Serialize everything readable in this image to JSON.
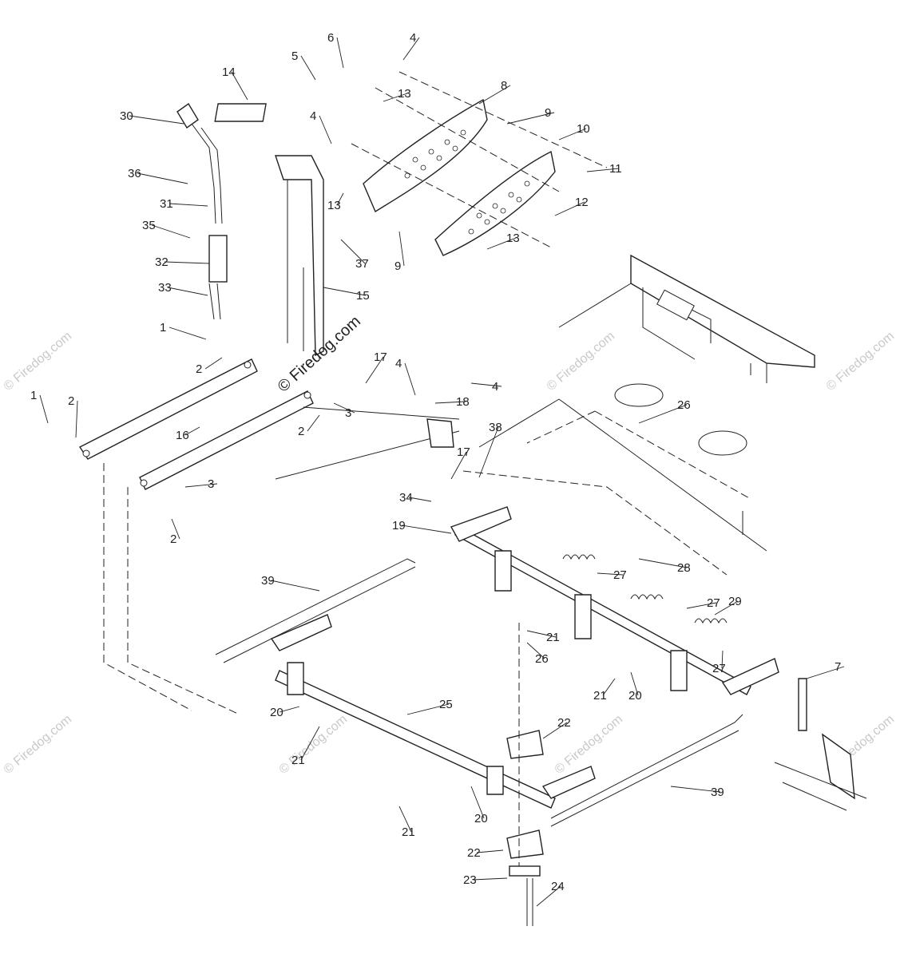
{
  "watermark": {
    "main": "© Firedog.com",
    "faint": "© Firedog.com"
  },
  "callouts": [
    {
      "id": "c30",
      "label": "30"
    },
    {
      "id": "c14",
      "label": "14"
    },
    {
      "id": "c6",
      "label": "6"
    },
    {
      "id": "c5",
      "label": "5"
    },
    {
      "id": "c4a",
      "label": "4"
    },
    {
      "id": "c8",
      "label": "8"
    },
    {
      "id": "c13a",
      "label": "13"
    },
    {
      "id": "c4b",
      "label": "4"
    },
    {
      "id": "c9a",
      "label": "9"
    },
    {
      "id": "c10",
      "label": "10"
    },
    {
      "id": "c11",
      "label": "11"
    },
    {
      "id": "c36",
      "label": "36"
    },
    {
      "id": "c31",
      "label": "31"
    },
    {
      "id": "c13b",
      "label": "13"
    },
    {
      "id": "c12",
      "label": "12"
    },
    {
      "id": "c35",
      "label": "35"
    },
    {
      "id": "c37",
      "label": "37"
    },
    {
      "id": "c9b",
      "label": "9"
    },
    {
      "id": "c13c",
      "label": "13"
    },
    {
      "id": "c32",
      "label": "32"
    },
    {
      "id": "c33",
      "label": "33"
    },
    {
      "id": "c15",
      "label": "15"
    },
    {
      "id": "c1a",
      "label": "1"
    },
    {
      "id": "c2a",
      "label": "2"
    },
    {
      "id": "c17a",
      "label": "17"
    },
    {
      "id": "c4c",
      "label": "4"
    },
    {
      "id": "c4d",
      "label": "4"
    },
    {
      "id": "c18",
      "label": "18"
    },
    {
      "id": "c1b",
      "label": "1"
    },
    {
      "id": "c2b",
      "label": "2"
    },
    {
      "id": "c3a",
      "label": "3"
    },
    {
      "id": "c16",
      "label": "16"
    },
    {
      "id": "c2c",
      "label": "2"
    },
    {
      "id": "c26a",
      "label": "26"
    },
    {
      "id": "c17b",
      "label": "17"
    },
    {
      "id": "c38",
      "label": "38"
    },
    {
      "id": "c3b",
      "label": "3"
    },
    {
      "id": "c2d",
      "label": "2"
    },
    {
      "id": "c34",
      "label": "34"
    },
    {
      "id": "c19",
      "label": "19"
    },
    {
      "id": "c28",
      "label": "28"
    },
    {
      "id": "c27a",
      "label": "27"
    },
    {
      "id": "c39a",
      "label": "39"
    },
    {
      "id": "c27b",
      "label": "27"
    },
    {
      "id": "c29",
      "label": "29"
    },
    {
      "id": "c21a",
      "label": "21"
    },
    {
      "id": "c26b",
      "label": "26"
    },
    {
      "id": "c27c",
      "label": "27"
    },
    {
      "id": "c7",
      "label": "7"
    },
    {
      "id": "c21b",
      "label": "21"
    },
    {
      "id": "c20a",
      "label": "20"
    },
    {
      "id": "c20b",
      "label": "20"
    },
    {
      "id": "c25",
      "label": "25"
    },
    {
      "id": "c22a",
      "label": "22"
    },
    {
      "id": "c21c",
      "label": "21"
    },
    {
      "id": "c39b",
      "label": "39"
    },
    {
      "id": "c20c",
      "label": "20"
    },
    {
      "id": "c21d",
      "label": "21"
    },
    {
      "id": "c22b",
      "label": "22"
    },
    {
      "id": "c23",
      "label": "23"
    },
    {
      "id": "c24",
      "label": "24"
    }
  ]
}
